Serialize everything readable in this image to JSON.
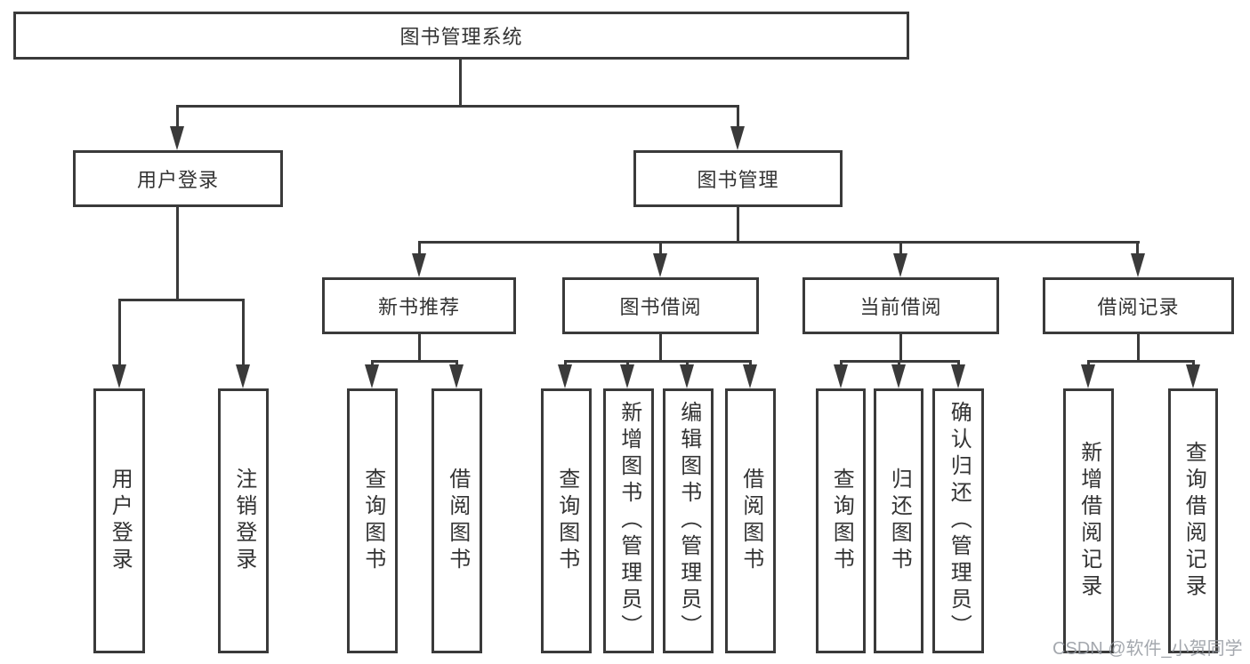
{
  "tree": {
    "label": "图书管理系统",
    "children": [
      {
        "label": "用户登录",
        "children": [
          {
            "label": "用户登录"
          },
          {
            "label": "注销登录"
          }
        ]
      },
      {
        "label": "图书管理",
        "children": [
          {
            "label": "新书推荐",
            "children": [
              {
                "label": "查询图书"
              },
              {
                "label": "借阅图书"
              }
            ]
          },
          {
            "label": "图书借阅",
            "children": [
              {
                "label": "查询图书"
              },
              {
                "label": "新增图书（管理员）"
              },
              {
                "label": "编辑图书（管理员）"
              },
              {
                "label": "借阅图书"
              }
            ]
          },
          {
            "label": "当前借阅",
            "children": [
              {
                "label": "查询图书"
              },
              {
                "label": "归还图书"
              },
              {
                "label": "确认归还（管理员）"
              }
            ]
          },
          {
            "label": "借阅记录",
            "children": [
              {
                "label": "新增借阅记录"
              },
              {
                "label": "查询借阅记录"
              }
            ]
          }
        ]
      }
    ]
  },
  "watermark": {
    "text": "CSDN @软件_小贺同学"
  },
  "colors": {
    "line": "#3a3a3a",
    "text": "#333333",
    "background": "#ffffff",
    "watermark": "#9499a0"
  }
}
